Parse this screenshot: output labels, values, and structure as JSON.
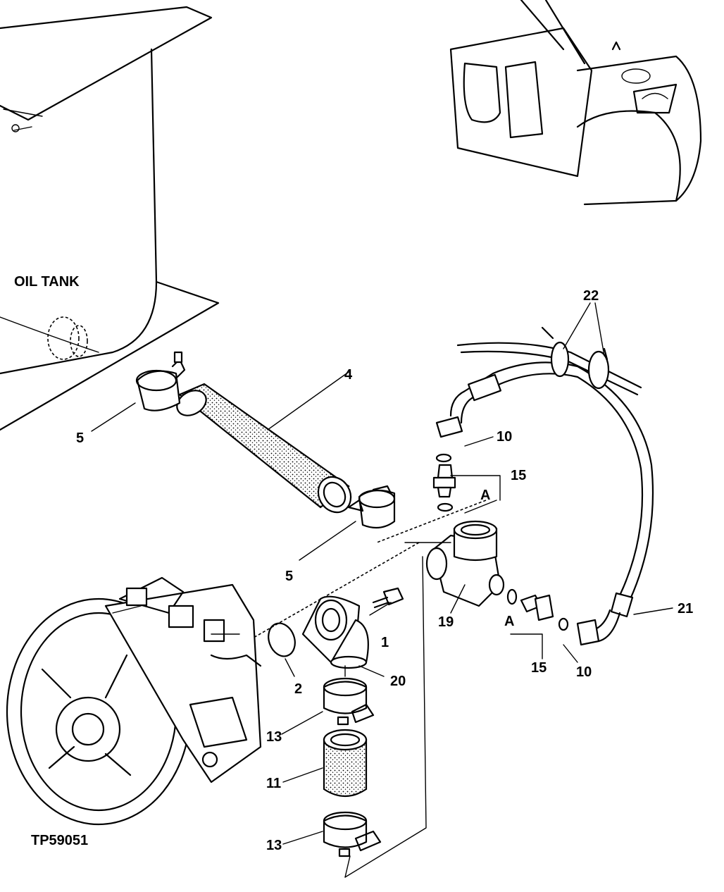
{
  "figure_id": "TP59051",
  "oil_tank_label": "OIL TANK",
  "callouts": {
    "c1": "1",
    "c2": "2",
    "c4": "4",
    "c5_top": "5",
    "c5_bottom": "5",
    "c10_top": "10",
    "c10_bottom": "10",
    "c11": "11",
    "c13_top": "13",
    "c13_bottom": "13",
    "c15_top": "15",
    "c15_bottom": "15",
    "c19": "19",
    "c20": "20",
    "c21": "21",
    "c22": "22",
    "a_top": "A",
    "a_bottom": "A"
  }
}
